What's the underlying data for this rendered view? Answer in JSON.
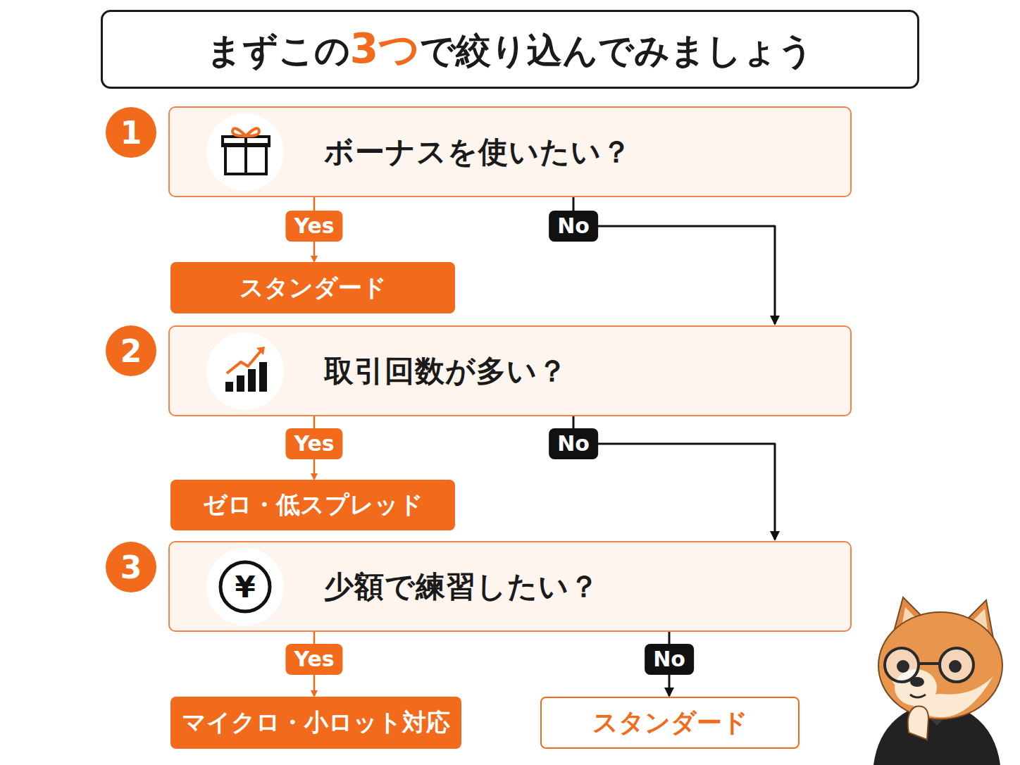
{
  "diagram": {
    "title": "まずこの3つで絞り込んでみましょう",
    "nodes": [
      {
        "text": [
          "ボーナスを使いたい？"
        ]
      },
      {
        "text": [
          "スタンダード"
        ]
      },
      {
        "text": [
          "取引回数が多い？"
        ]
      },
      {
        "text": [
          "ゼロ・低スプレッド"
        ]
      },
      {
        "text": [
          "少額で練習したい？"
        ]
      },
      {
        "text": [
          "マイクロ・小ロット対応"
        ]
      },
      {
        "text": [
          "スタンダード"
        ]
      }
    ],
    "edges": [
      {
        "from": 0,
        "to": 1,
        "label": "Yes",
        "arrow": "to"
      },
      {
        "from": 0,
        "to": 2,
        "label": "No",
        "arrow": "to"
      },
      {
        "from": 2,
        "to": 3,
        "label": "Yes",
        "arrow": "to"
      },
      {
        "from": 2,
        "to": 4,
        "label": "No",
        "arrow": "to"
      },
      {
        "from": 4,
        "to": 5,
        "label": "Yes",
        "arrow": "to"
      },
      {
        "from": 4,
        "to": 6,
        "label": "No",
        "arrow": "to"
      }
    ],
    "labels": [
      "1",
      "2",
      "3",
      "¥"
    ]
  }
}
